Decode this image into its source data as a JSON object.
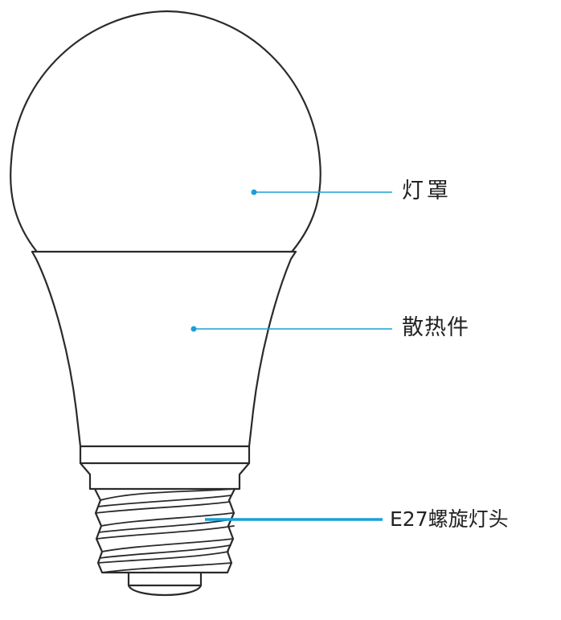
{
  "labels": {
    "shade": "灯罩",
    "heatsink": "散热件",
    "base": "E27螺旋灯头"
  },
  "colors": {
    "outline": "#2a2a2a",
    "leader_line": "#1aa0d8",
    "background": "#ffffff"
  }
}
